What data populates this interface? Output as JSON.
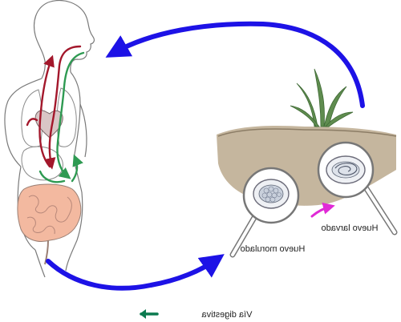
{
  "labels": {
    "morulated_egg": "Huevo morulado",
    "larvated_egg": "Huevo larvado",
    "legend_digestive": "Vía digestiva"
  },
  "colors": {
    "cycle_arrow": "#1d12e6",
    "development_arrow": "#e02ad6",
    "legend_arrow": "#0b7a4f",
    "route_red": "#a3172b",
    "route_green": "#2e9a52",
    "soil": "#bfae93",
    "intestine": "#f3b9a0",
    "plant": "#5f8c4f"
  },
  "icons": {
    "cycle_arrows": "curved-arrow",
    "magnifier": "magnifying-glass",
    "plant": "grass-tuft"
  }
}
